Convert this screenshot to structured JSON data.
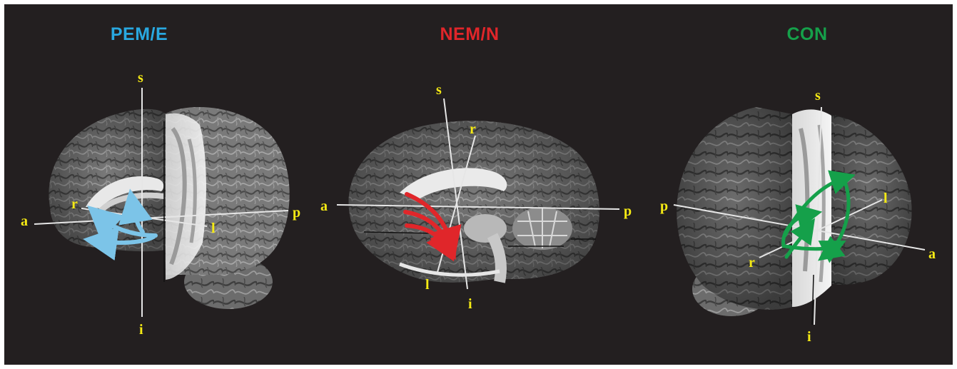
{
  "panels": [
    {
      "title": "PEM/E",
      "color": "#29a8e0",
      "labels": {
        "s": "s",
        "i": "i",
        "a": "a",
        "p": "p",
        "r": "r",
        "l": "l"
      }
    },
    {
      "title": "NEM/N",
      "color": "#e0262a",
      "labels": {
        "s": "s",
        "i": "i",
        "a": "a",
        "p": "p",
        "r": "r",
        "l": "l"
      }
    },
    {
      "title": "CON",
      "color": "#15a04a",
      "labels": {
        "s": "s",
        "i": "i",
        "a": "a",
        "p": "p",
        "r": "r",
        "l": "l"
      }
    }
  ],
  "colors": {
    "background": "#231f20",
    "axis_label": "#f5ea14",
    "axis_line": "#e6e6e6"
  }
}
